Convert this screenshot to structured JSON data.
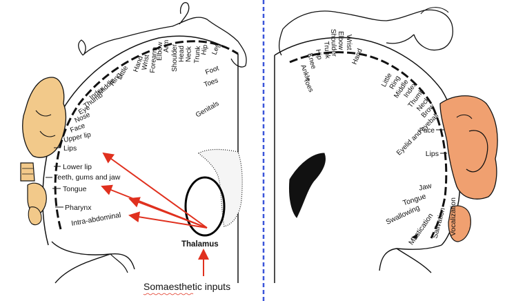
{
  "sensory_labels": {
    "genitals": "Genitals",
    "toes": "Toes",
    "foot": "Foot",
    "leg": "Leg",
    "hip": "Hip",
    "trunk": "Trunk",
    "neck": "Neck",
    "head": "Head",
    "shoulder": "Shoulder",
    "arm": "Arm",
    "elbow": "Elbow",
    "forearm": "Forearm",
    "wrist": "Wrist",
    "hand": "Hand",
    "little": "Little",
    "ring": "Ring",
    "middle": "Middle",
    "index": "Index",
    "thumb": "Thumb",
    "eye": "Eye",
    "nose": "Nose",
    "face": "Face",
    "upper_lip": "Upper lip",
    "lips": "Lips",
    "lower_lip": "Lower lip",
    "teeth": "Teeth, gums and jaw",
    "tongue": "Tongue",
    "pharynx": "Pharynx",
    "intra_abdominal": "Intra-abdominal"
  },
  "motor_labels": {
    "toes": "Toes",
    "ankle": "Ankle",
    "knee": "Knee",
    "hip": "Hip",
    "trunk": "Trunk",
    "shoulder": "Shoulder",
    "elbow": "Elbow",
    "wrist": "Wrist",
    "hand": "Hand",
    "little": "Little",
    "ring": "Ring",
    "middle": "Middle",
    "index": "Index",
    "thumb": "Thumb",
    "neck": "Neck",
    "brow": "Brow",
    "eyelid": "Eyelid and eyeball",
    "face": "Face",
    "lips": "Lips",
    "jaw": "Jaw",
    "tongue": "Tongue",
    "swallowing": "Swallowing",
    "mastication": "Mastication",
    "salivation": "Salivation",
    "vocalization": "Vocalization"
  },
  "annotations": {
    "thalamus": "Thalamus",
    "somaesthetic_inputs": "Somaesthetic inputs"
  },
  "colors": {
    "arrow": "#e0301e",
    "divider": "#3b55d9",
    "sensory_face": "#f2c98a",
    "motor_face": "#f0a070"
  }
}
